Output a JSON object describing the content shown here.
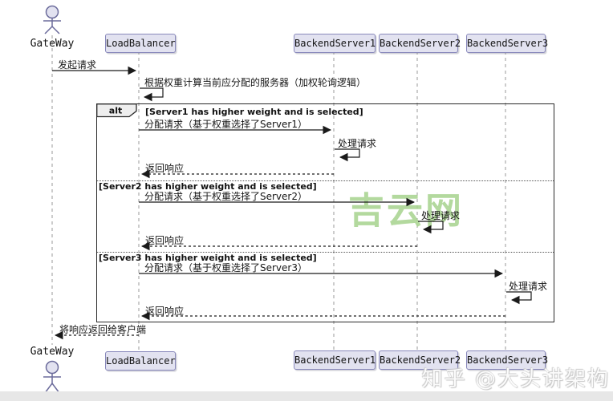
{
  "participants": {
    "gateway": "GateWay",
    "loadbalancer": "LoadBalancer",
    "server1": "BackendServer1",
    "server2": "BackendServer2",
    "server3": "BackendServer3"
  },
  "frame": {
    "operator": "alt",
    "branch1_condition": "[Server1 has higher weight and is selected]",
    "bran2_condition_note": "",
    "branch2_condition": "[Server2 has higher weight and is selected]",
    "branch3_condition": "[Server3 has higher weight and is selected]"
  },
  "messages": {
    "initiate_request": "发起请求",
    "compute_weight": "根据权重计算当前应分配的服务器（加权轮询逻辑）",
    "assign_server1": "分配请求（基于权重选择了Server1）",
    "process_request1": "处理请求",
    "return_response1": "返回响应",
    "assign_server2": "分配请求（基于权重选择了Server2）",
    "process_request2": "处理请求",
    "return_response2": "返回响应",
    "assign_server3": "分配请求（基于权重选择了Server3）",
    "process_request3": "处理请求",
    "return_response3": "返回响应",
    "return_to_client": "将响应返回给客户端"
  },
  "watermarks": {
    "center": "吉云网",
    "credit": "知乎 @大头讲架构"
  },
  "colors": {
    "participant_bg": "#e2e2f0",
    "participant_border": "#8888bb",
    "frame_border": "#2a2a2a",
    "watermark_green": "#a6d38e"
  }
}
